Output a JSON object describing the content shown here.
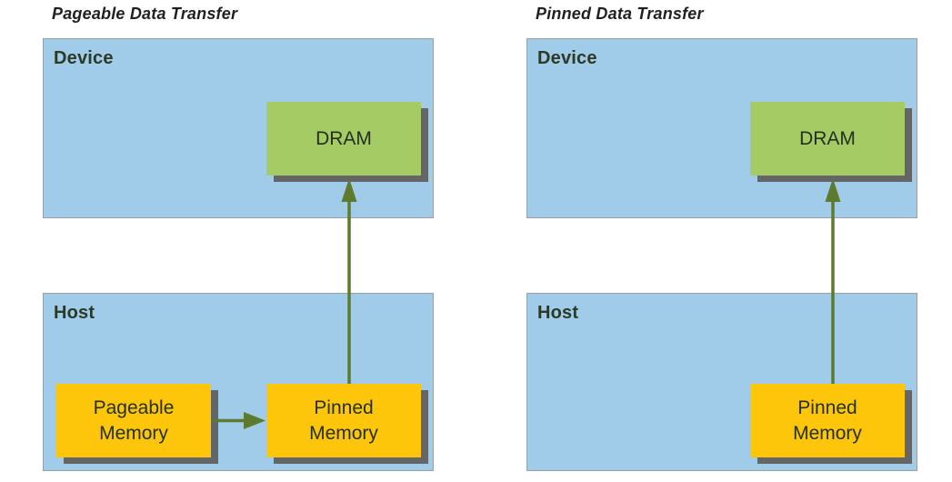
{
  "colors": {
    "panel-blue": "#a0cbe9",
    "panel-border": "#9da0a3",
    "node-green": "#a5cb65",
    "node-yellow": "#fdc60b",
    "shadow-gray": "#636567",
    "arrow-olive": "#5d7a2e",
    "title-ink": "#221f20",
    "container-label-ink": "#2c3a24",
    "node-label-ink": "#25301c"
  },
  "panels": [
    {
      "title": "Pageable Data Transfer",
      "device": {
        "label": "Device",
        "dram": "DRAM"
      },
      "host": {
        "label": "Host",
        "pageable": {
          "line1": "Pageable",
          "line2": "Memory"
        },
        "pinned": {
          "line1": "Pinned",
          "line2": "Memory"
        }
      },
      "arrows": [
        "pageable-memory-to-pinned-memory",
        "pinned-memory-to-dram"
      ]
    },
    {
      "title": "Pinned Data Transfer",
      "device": {
        "label": "Device",
        "dram": "DRAM"
      },
      "host": {
        "label": "Host",
        "pinned": {
          "line1": "Pinned",
          "line2": "Memory"
        }
      },
      "arrows": [
        "pinned-memory-to-dram"
      ]
    }
  ]
}
